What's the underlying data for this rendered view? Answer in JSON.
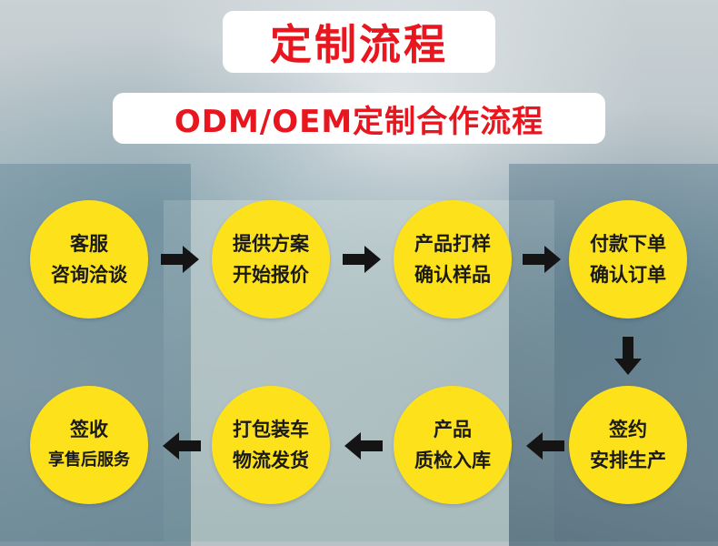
{
  "header": {
    "title": "定制流程",
    "subtitle": "ODM/OEM定制合作流程"
  },
  "steps": [
    {
      "line1": "客服",
      "line2": "咨询洽谈"
    },
    {
      "line1": "提供方案",
      "line2": "开始报价"
    },
    {
      "line1": "产品打样",
      "line2": "确认样品"
    },
    {
      "line1": "付款下单",
      "line2": "确认订单"
    },
    {
      "line1": "签约",
      "line2": "安排生产"
    },
    {
      "line1": "产品",
      "line2": "质检入库"
    },
    {
      "line1": "打包装车",
      "line2": "物流发货"
    },
    {
      "line1": "签收",
      "line2": "享售后服务"
    }
  ],
  "colors": {
    "title_red": "#e8161e",
    "circle_yellow": "#fde21b",
    "arrow_black": "#141414"
  },
  "icons": {
    "arrow_right": "arrow-right-icon",
    "arrow_down": "arrow-down-icon",
    "arrow_left": "arrow-left-icon"
  }
}
